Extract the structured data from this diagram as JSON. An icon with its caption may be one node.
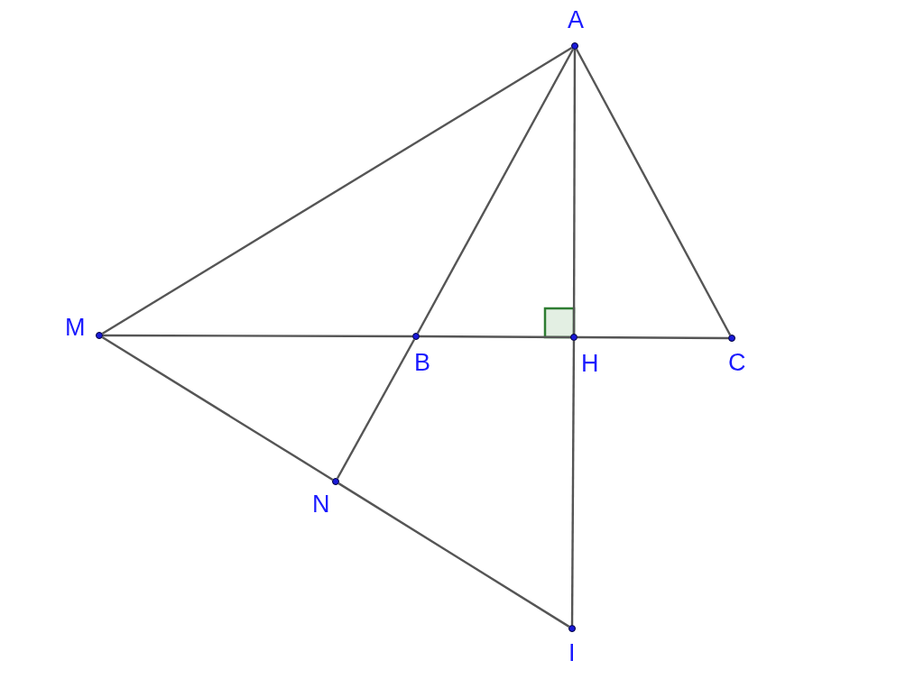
{
  "diagram": {
    "nodes": [
      {
        "text": [
          "A"
        ]
      },
      {
        "text": [
          "M"
        ]
      },
      {
        "text": [
          "B"
        ]
      },
      {
        "text": [
          "H"
        ]
      },
      {
        "text": [
          "C"
        ]
      },
      {
        "text": [
          "N"
        ]
      },
      {
        "text": [
          "I"
        ]
      }
    ],
    "edges": [
      {
        "from": 0,
        "to": 1,
        "arrow": "none"
      },
      {
        "from": 0,
        "to": 2,
        "arrow": "none"
      },
      {
        "from": 2,
        "to": 5,
        "arrow": "none"
      },
      {
        "from": 0,
        "to": 3,
        "arrow": "none"
      },
      {
        "from": 3,
        "to": 6,
        "arrow": "none"
      },
      {
        "from": 0,
        "to": 4,
        "arrow": "none"
      },
      {
        "from": 1,
        "to": 2,
        "arrow": "none"
      },
      {
        "from": 2,
        "to": 3,
        "arrow": "none"
      },
      {
        "from": 3,
        "to": 4,
        "arrow": "none"
      },
      {
        "from": 1,
        "to": 5,
        "arrow": "none"
      },
      {
        "from": 5,
        "to": 6,
        "arrow": "none"
      }
    ]
  }
}
